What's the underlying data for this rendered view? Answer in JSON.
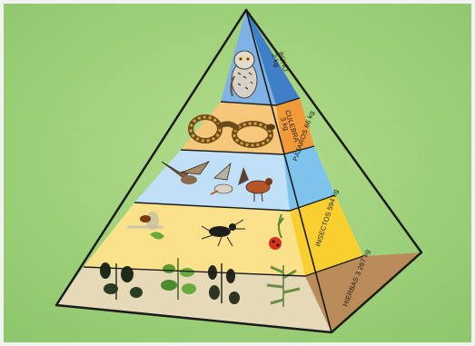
{
  "colors": {
    "background": "#8cc66b",
    "background_light": "#b4dc8d",
    "frame": "#f2f2f2",
    "edge": "#1b1b1b",
    "tier_buho_front": "#7fb2e6",
    "tier_buho_side": "#3f7fc9",
    "tier_culebra_front": "#f4c77a",
    "tier_culebra_side": "#f19a3a",
    "tier_pajaros_front": "#bfe0f6",
    "tier_pajaros_side": "#7ec3ec",
    "tier_insectos_front": "#fbe28a",
    "tier_insectos_side": "#f8cf2e",
    "tier_hierbas_front": "#e6d9b8",
    "tier_hierbas_side": "#b98c5a"
  },
  "tiers": [
    {
      "id": "buho",
      "label_line1": "BÚHO",
      "label_line2": "2 kg",
      "icon": "owl-icon"
    },
    {
      "id": "culebra",
      "label_line1": "CULEBRA",
      "label_line2": "3 kg",
      "icon": "snake-icon"
    },
    {
      "id": "pajaros",
      "label_line1": "PÁJAROS 66 kg",
      "icon": "birds-icon"
    },
    {
      "id": "insectos",
      "label_line1": "INSECTOS 594 kg",
      "icon": "insects-icon"
    },
    {
      "id": "hierbas",
      "label_line1": "HIERBAS 3 267 kg",
      "icon": "plants-icon"
    }
  ]
}
